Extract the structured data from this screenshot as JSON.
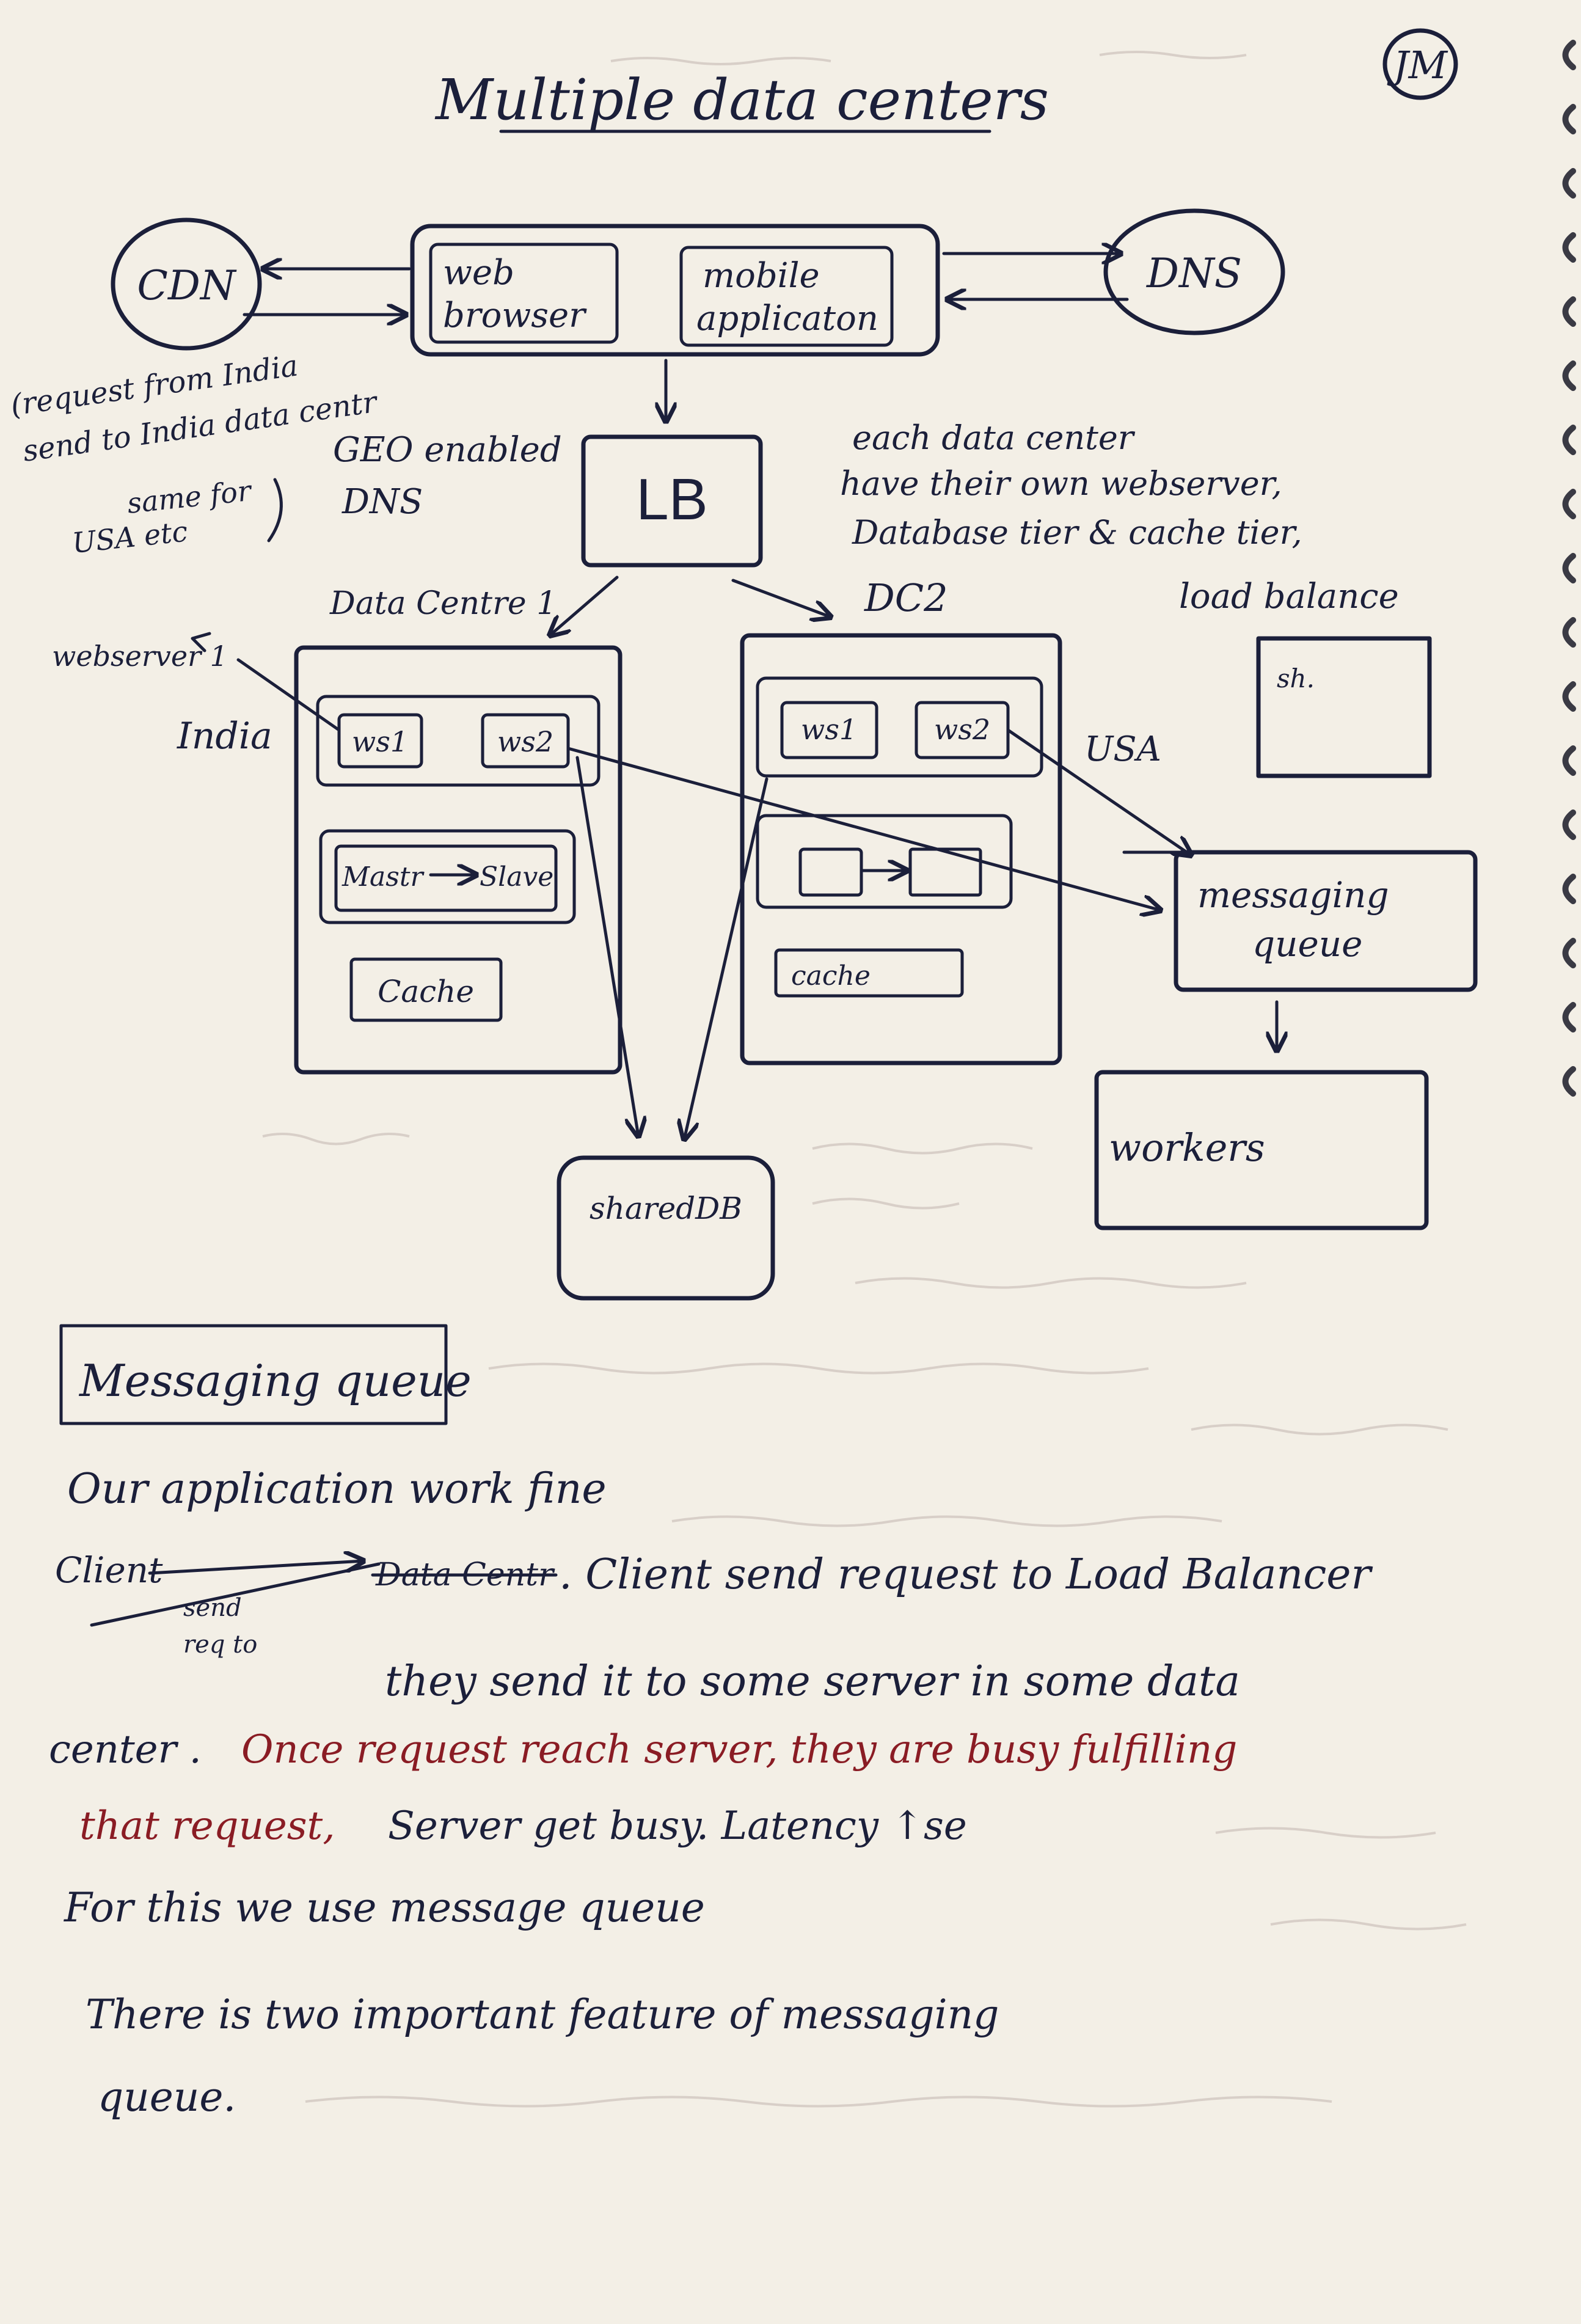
{
  "page_tag": "JM",
  "title": "Multiple data centers",
  "nodes": {
    "cdn": "CDN",
    "dns": "DNS",
    "web_browser_line1": "web",
    "web_browser_line2": "browser",
    "mobile_app_line1": "mobile",
    "mobile_app_line2": "applicaton",
    "lb": "LB",
    "dc1": "Data Centre 1",
    "dc2": "DC2",
    "ws1": "ws1",
    "ws2": "ws2",
    "dc2_ws1": "ws1",
    "dc2_ws2": "ws2",
    "master": "Mastr",
    "slave": "Slave",
    "cache": "Cache",
    "cache2": "cache",
    "shared_db": "sharedDB",
    "messaging_queue_line1": "messaging",
    "messaging_queue_line2": "queue",
    "workers": "workers",
    "india": "India",
    "usa": "USA",
    "webserver_label": "webserver 1",
    "sh_label": "sh."
  },
  "notes": {
    "request_line1": "(request from India",
    "request_line2": "send to India data centr",
    "request_line3": "same for",
    "request_line4": "USA etc",
    "geo_line1": "GEO enabled",
    "geo_line2": "DNS",
    "each_line1": "each data center",
    "each_line2": "have their own webserver,",
    "each_line3": "Database tier & cache tier,",
    "each_line4": "load balance"
  },
  "section": {
    "heading": "Messaging queue",
    "line1": "Our application work fine",
    "client": "Client",
    "struck_send": "send",
    "struck_req": "req to",
    "struck_dc": "Data Centr",
    "line2a": ". Client send request to Load Balancer",
    "line2b": "they send it to some server in some data",
    "line3a": "center .",
    "line3b_red": "Once request reach server, they are busy fulfilling",
    "line4_red": "that request,",
    "line4b": "Server get busy. Latency ↑se",
    "line5": "For this we use message queue",
    "line6": "There is two important feature of messaging",
    "line7": "queue."
  }
}
